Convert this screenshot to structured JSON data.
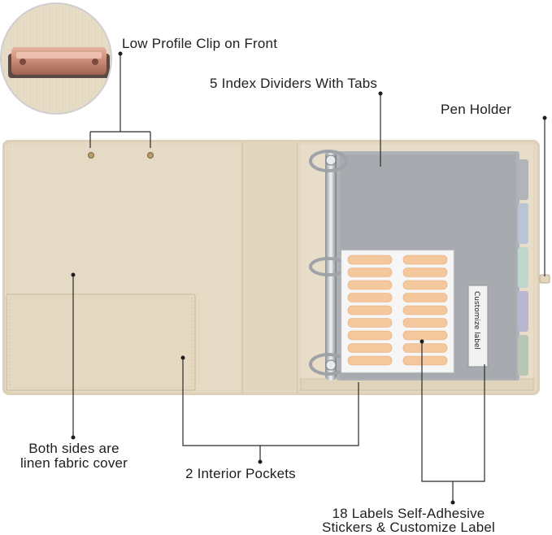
{
  "callouts": {
    "clip": "Low Profile Clip on Front",
    "dividers": "5 Index Dividers With Tabs",
    "pen_holder": "Pen Holder",
    "linen_line1": "Both sides are",
    "linen_line2": "linen fabric cover",
    "pockets": "2 Interior Pockets",
    "labels_line1": "18 Labels Self-Adhesive",
    "labels_line2": "Stickers & Customize Label"
  },
  "sticker_text": "Customize label",
  "colors": {
    "linen": "#e7dcc6",
    "linen_dark": "#d8ccb3",
    "divider_gray": "#a9acb0",
    "tab_blue": "#b9c4d6",
    "tab_mint": "#bfd7cc",
    "tab_lavender": "#b9b6cf",
    "tab_sage": "#b8c6b4",
    "label_orange": "#f4c79c",
    "clip_rose": "#c98a75"
  }
}
